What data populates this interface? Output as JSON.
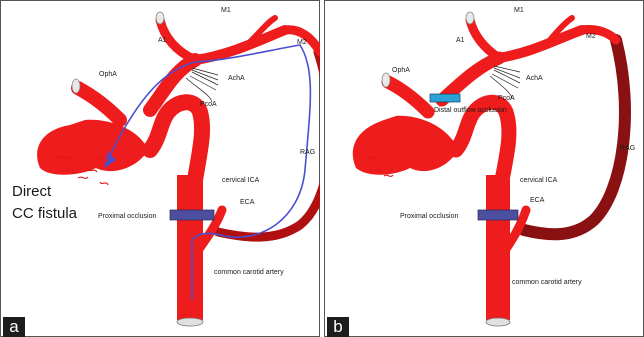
{
  "panels": [
    {
      "letter": "a",
      "labels": {
        "a1": "A1",
        "m1": "M1",
        "m2": "M2",
        "opha": "OphA",
        "acha": "AchA",
        "pcoa": "PcoA",
        "rag": "RAG",
        "cervical_ica": "cervical ICA",
        "eca": "ECA",
        "proximal_occlusion": "Proximal occlusion",
        "common_carotid": "common carotid artery",
        "direct_line1": "Direct",
        "direct_line2": "CC fistula"
      }
    },
    {
      "letter": "b",
      "labels": {
        "a1": "A1",
        "m1": "M1",
        "m2": "M2",
        "opha": "OphA",
        "acha": "AchA",
        "pcoa": "PcoA",
        "rag": "RAG",
        "cervical_ica": "cervical ICA",
        "eca": "ECA",
        "proximal_occlusion": "Proximal occlusion",
        "distal_outflow_occlusion": "Distal outflow occlusion",
        "common_carotid": "common carotid artery"
      }
    }
  ],
  "colors": {
    "artery": "#ee1c1c",
    "graft_a": "#b01010",
    "graft_b": "#8a1111",
    "flow_arrow": "#4a4fd0",
    "proximal_clip": "#4c4fa0",
    "distal_clip": "#2aa3d6"
  },
  "icons": [
    "flow-arrow-icon",
    "fistula-scribble-icon",
    "occlusion-clip-icon"
  ]
}
